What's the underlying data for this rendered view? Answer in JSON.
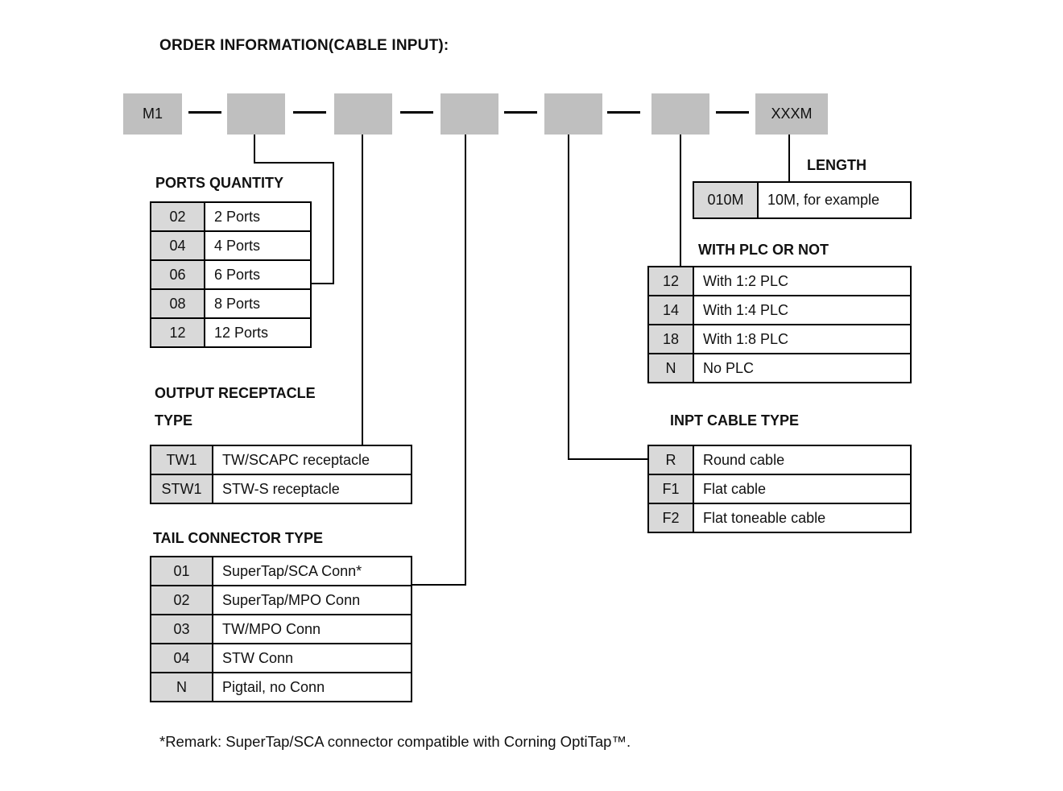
{
  "page_title": "ORDER INFORMATION(CABLE INPUT):",
  "code_boxes": {
    "prefix_label": "M1",
    "length_label": "XXXM"
  },
  "sections": {
    "ports_quantity": {
      "title": "PORTS QUANTITY",
      "rows": [
        {
          "code": "02",
          "desc": "2 Ports"
        },
        {
          "code": "04",
          "desc": "4 Ports"
        },
        {
          "code": "06",
          "desc": "6 Ports"
        },
        {
          "code": "08",
          "desc": "8 Ports"
        },
        {
          "code": "12",
          "desc": "12 Ports"
        }
      ]
    },
    "output_receptacle": {
      "title_line1": "OUTPUT RECEPTACLE",
      "title_line2": "TYPE",
      "rows": [
        {
          "code": "TW1",
          "desc": "TW/SCAPC receptacle"
        },
        {
          "code": "STW1",
          "desc": "STW-S receptacle"
        }
      ]
    },
    "tail_connector": {
      "title": "TAIL CONNECTOR TYPE",
      "rows": [
        {
          "code": "01",
          "desc": "SuperTap/SCA Conn*"
        },
        {
          "code": "02",
          "desc": "SuperTap/MPO Conn"
        },
        {
          "code": "03",
          "desc": "TW/MPO Conn"
        },
        {
          "code": "04",
          "desc": "STW Conn"
        },
        {
          "code": "N",
          "desc": "Pigtail, no Conn"
        }
      ]
    },
    "length": {
      "title": "LENGTH",
      "rows": [
        {
          "code": "010M",
          "desc": "10M, for example"
        }
      ]
    },
    "with_plc": {
      "title": "WITH PLC OR NOT",
      "rows": [
        {
          "code": "12",
          "desc": "With 1:2 PLC"
        },
        {
          "code": "14",
          "desc": "With 1:4 PLC"
        },
        {
          "code": "18",
          "desc": "With 1:8 PLC"
        },
        {
          "code": "N",
          "desc": "No PLC"
        }
      ]
    },
    "input_cable": {
      "title": "INPT CABLE TYPE",
      "rows": [
        {
          "code": "R",
          "desc": "Round cable"
        },
        {
          "code": "F1",
          "desc": "Flat cable"
        },
        {
          "code": "F2",
          "desc": "Flat toneable cable"
        }
      ]
    }
  },
  "remark": "*Remark: SuperTap/SCA connector compatible with Corning OptiTap™.",
  "colors": {
    "background": "#ffffff",
    "box_fill": "#bfbfbf",
    "code_cell_fill": "#d9d9d9",
    "line": "#000000"
  }
}
